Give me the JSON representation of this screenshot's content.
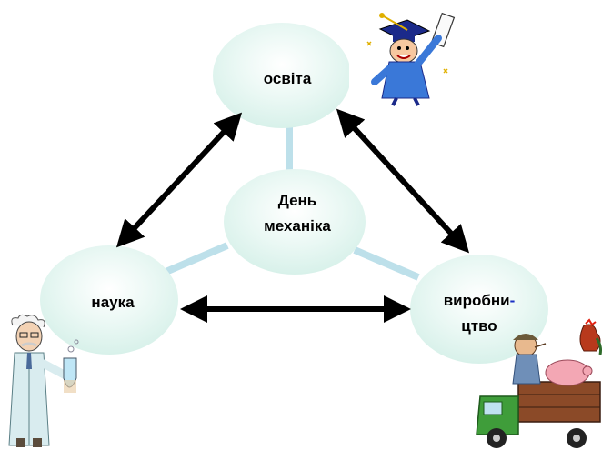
{
  "diagram": {
    "nodes": {
      "center": {
        "line1": "День",
        "line2": "механіка"
      },
      "top": {
        "label": "освіта"
      },
      "left": {
        "label": "наука"
      },
      "right": {
        "line1_main": "виробни",
        "line1_accent": "-",
        "line2": "цтво"
      }
    },
    "colors": {
      "node_fill": "#e3f5f0",
      "connector": "#bde0ea",
      "arrow": "#000000",
      "hyphen_accent": "#1a2fc4"
    },
    "illustrations": {
      "top_right": "graduate-cartoon-icon",
      "bottom_left": "scientist-cartoon-icon",
      "bottom_right": "farmer-truck-cartoon-icon"
    }
  }
}
